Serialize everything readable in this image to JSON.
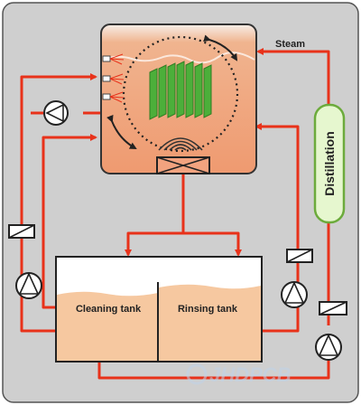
{
  "labels": {
    "steam": "Steam",
    "distillation": "Distillation",
    "cleaning_tank": "Cleaning tank",
    "rinsing_tank": "Rinsing tank",
    "watermark": "JHDPCB"
  },
  "colors": {
    "background": "#cfcfcf",
    "pipe": "#e8321a",
    "chamber_fill": "#f2a37f",
    "tank_liquid": "#f6c8a0",
    "parts": "#4caf3a",
    "distillation_fill": "#e6f7cf",
    "distillation_border": "#6cab3c"
  },
  "icons": [
    "pump-icon",
    "valve-icon",
    "spray-nozzle-icon",
    "ultrasonic-wave-icon",
    "rotation-arrow-icon"
  ]
}
